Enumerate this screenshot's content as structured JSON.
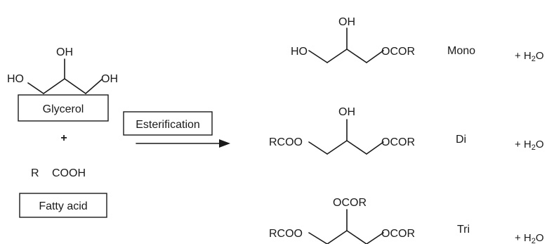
{
  "reactants": {
    "glycerol": {
      "box_label": "Glycerol",
      "oh_top": "OH",
      "ho_left": "HO",
      "oh_right": "OH"
    },
    "plus": "+",
    "fatty_acid": {
      "formula_r": "R",
      "formula_cooh": "COOH",
      "box_label": "Fatty acid"
    }
  },
  "reaction": {
    "label": "Esterification"
  },
  "products": [
    {
      "id": "mono",
      "name": "Mono",
      "group_top": "OH",
      "group_left": "HO",
      "group_right": "OCOR",
      "byproduct": "+ H",
      "byproduct_sub": "2",
      "byproduct_end": "O"
    },
    {
      "id": "di",
      "name": "Di",
      "group_top": "OH",
      "group_left": "RCOO",
      "group_right": "OCOR",
      "byproduct": "+ H",
      "byproduct_sub": "2",
      "byproduct_end": "O"
    },
    {
      "id": "tri",
      "name": "Tri",
      "group_top": "OCOR",
      "group_left": "RCOO",
      "group_right": "OCOR",
      "byproduct": "+ H",
      "byproduct_sub": "2",
      "byproduct_end": "O"
    }
  ]
}
